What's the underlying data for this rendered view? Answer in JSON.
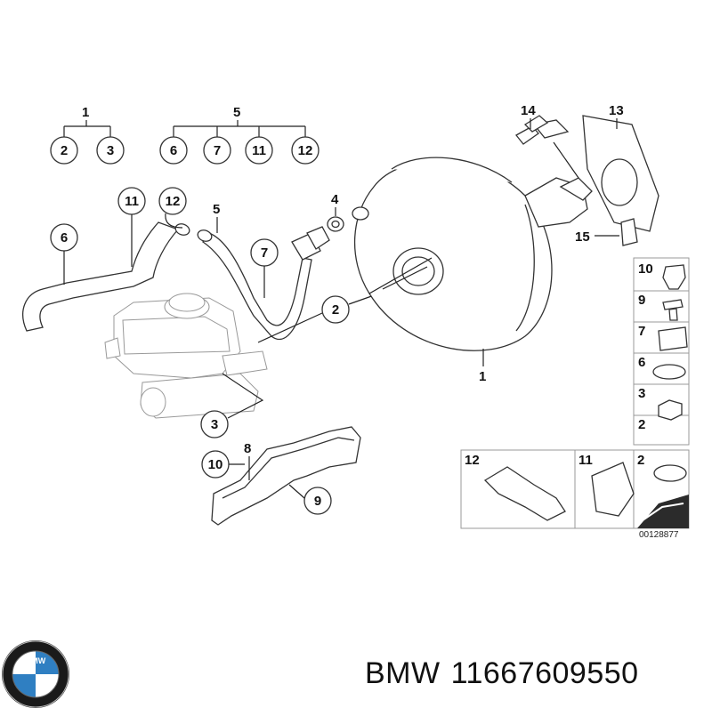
{
  "callouts": {
    "c1_top": "1",
    "c2_top": "2",
    "c3_top": "3",
    "c5_top": "5",
    "c6_top": "6",
    "c7_top": "7",
    "c11_top": "11",
    "c12_top": "12",
    "c11_hose": "11",
    "c12_hose": "12",
    "c5_hose": "5",
    "c6_hose": "6",
    "c7_hose": "7",
    "c4": "4",
    "c2_mid": "2",
    "c3_mid": "3",
    "c1_booster": "1",
    "c14": "14",
    "c13": "13",
    "c15": "15",
    "c8": "8",
    "c10": "10",
    "c9": "9"
  },
  "side_panel": [
    "10",
    "9",
    "7",
    "6",
    "3",
    "2"
  ],
  "bottom_panel": {
    "p12": "12",
    "p11": "11",
    "p2": "2"
  },
  "diagram_id": "00128877",
  "footer": {
    "brand": "BMW",
    "part_number": "11667609550"
  },
  "colors": {
    "ink": "#222222",
    "background": "#ffffff"
  },
  "icons": {
    "logo": "bmw-logo-icon"
  }
}
